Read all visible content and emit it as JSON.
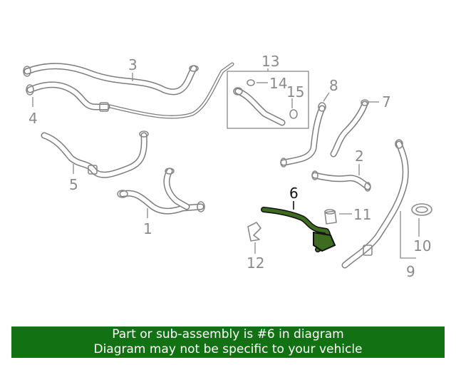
{
  "callouts": {
    "c1": "1",
    "c2": "2",
    "c3": "3",
    "c4": "4",
    "c5": "5",
    "c6": "6",
    "c7": "7",
    "c8": "8",
    "c9": "9",
    "c10": "10",
    "c11": "11",
    "c12": "12",
    "c13": "13",
    "c14": "14",
    "c15": "15"
  },
  "highlighted_part": "6",
  "banner": {
    "line1": "Part or sub-assembly is #6 in diagram",
    "line2": "Diagram may not be specific to your vehicle",
    "background": "#127112",
    "text_color": "#ffffff"
  },
  "colors": {
    "line_art": "#8a8a8a",
    "highlight_fill": "#3d6b1f",
    "highlight_stroke": "#111111"
  }
}
